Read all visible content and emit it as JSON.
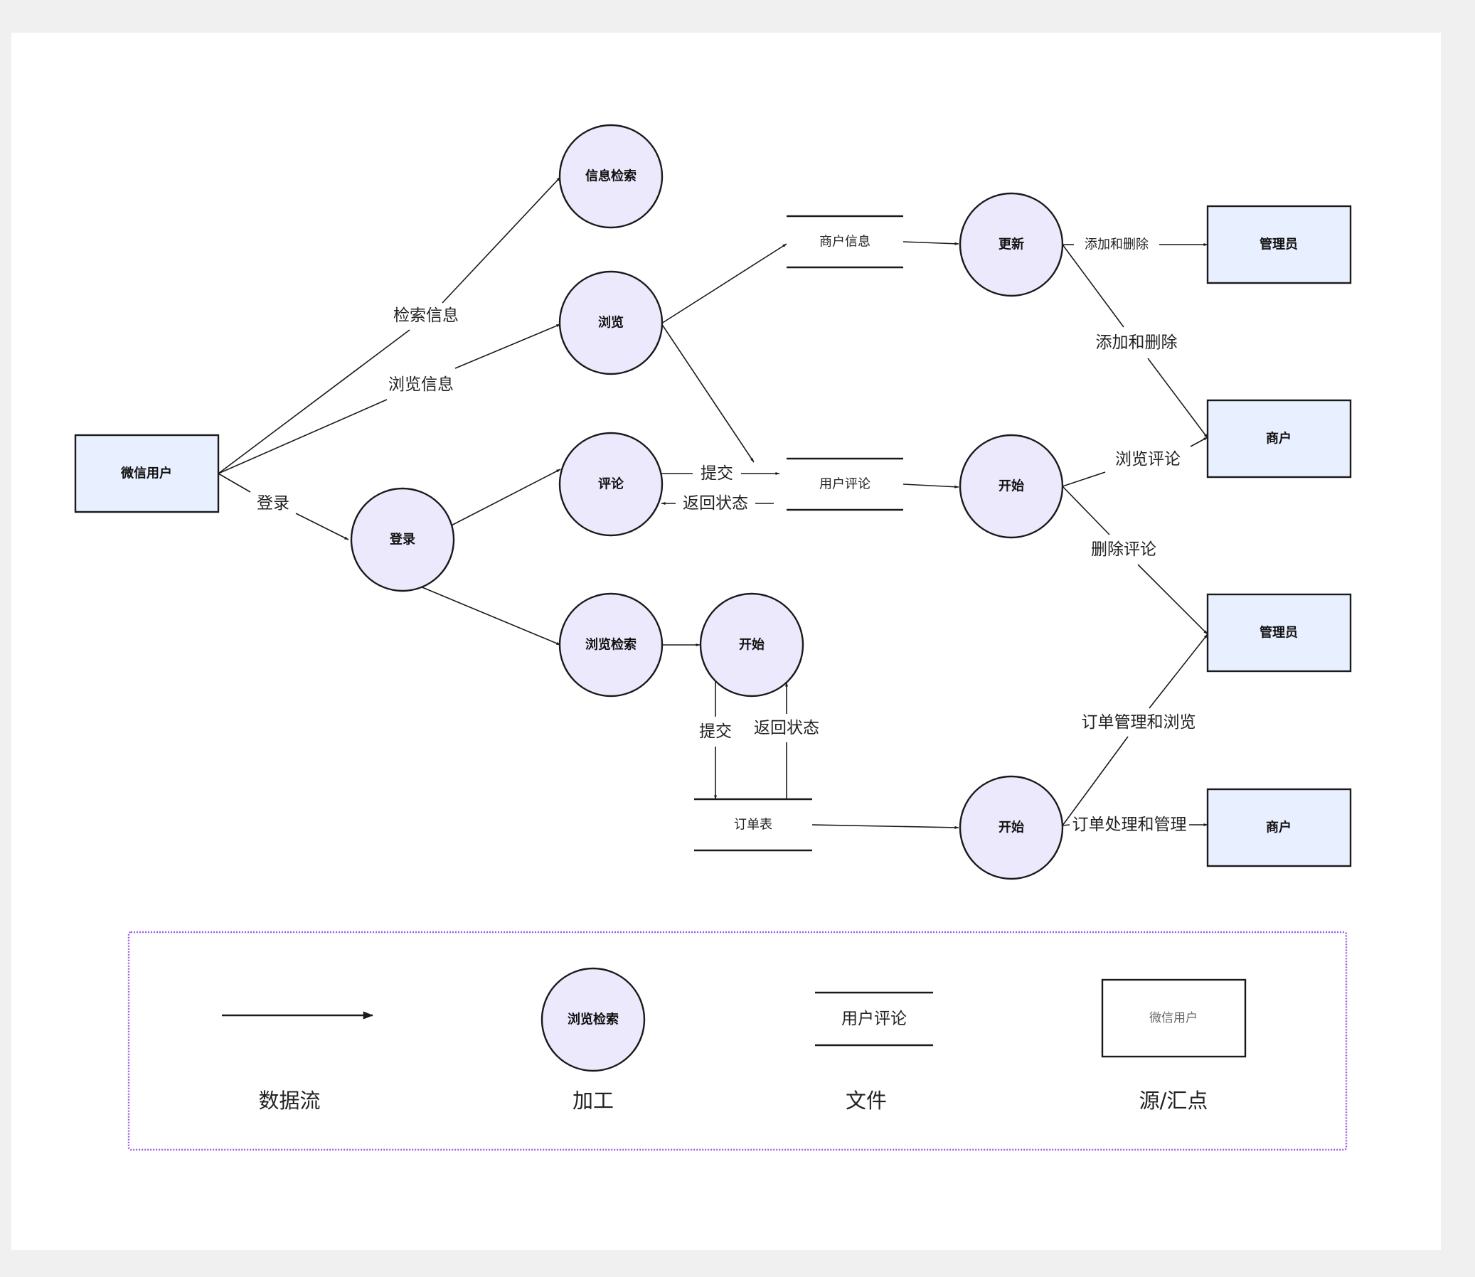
{
  "entities": {
    "wechat_user": "微信用户",
    "admin_1": "管理员",
    "merchant_1": "商户",
    "admin_2": "管理员",
    "merchant_2": "商户"
  },
  "processes": {
    "info_search": "信息检索",
    "browse": "浏览",
    "comment": "评论",
    "login": "登录",
    "browse_search": "浏览检索",
    "start_order": "开始",
    "update": "更新",
    "start_comment": "开始",
    "start_order_mgmt": "开始"
  },
  "stores": {
    "merchant_info": "商户信息",
    "user_comment": "用户评论",
    "order_table": "订单表"
  },
  "flows": {
    "search_info": "检索信息",
    "browse_info": "浏览信息",
    "login": "登录",
    "submit_1": "提交",
    "return_status_1": "返回状态",
    "submit_2": "提交",
    "return_status_2": "返回状态",
    "add_delete_1": "添加和删除",
    "add_delete_2": "添加和删除",
    "browse_comment": "浏览评论",
    "delete_comment": "删除评论",
    "order_mgmt_browse": "订单管理和浏览",
    "order_process_mgmt": "订单处理和管理"
  },
  "legend": {
    "process_sample": "浏览检索",
    "store_sample": "用户评论",
    "entity_sample": "微信用户",
    "data_flow": "数据流",
    "process": "加工",
    "file": "文件",
    "source_sink": "源/汇点"
  },
  "colors": {
    "process_fill": "#ede9fd",
    "entity_fill": "#e8efff",
    "stroke": "#1a1a1a",
    "legend_border": "#9b5de5"
  }
}
